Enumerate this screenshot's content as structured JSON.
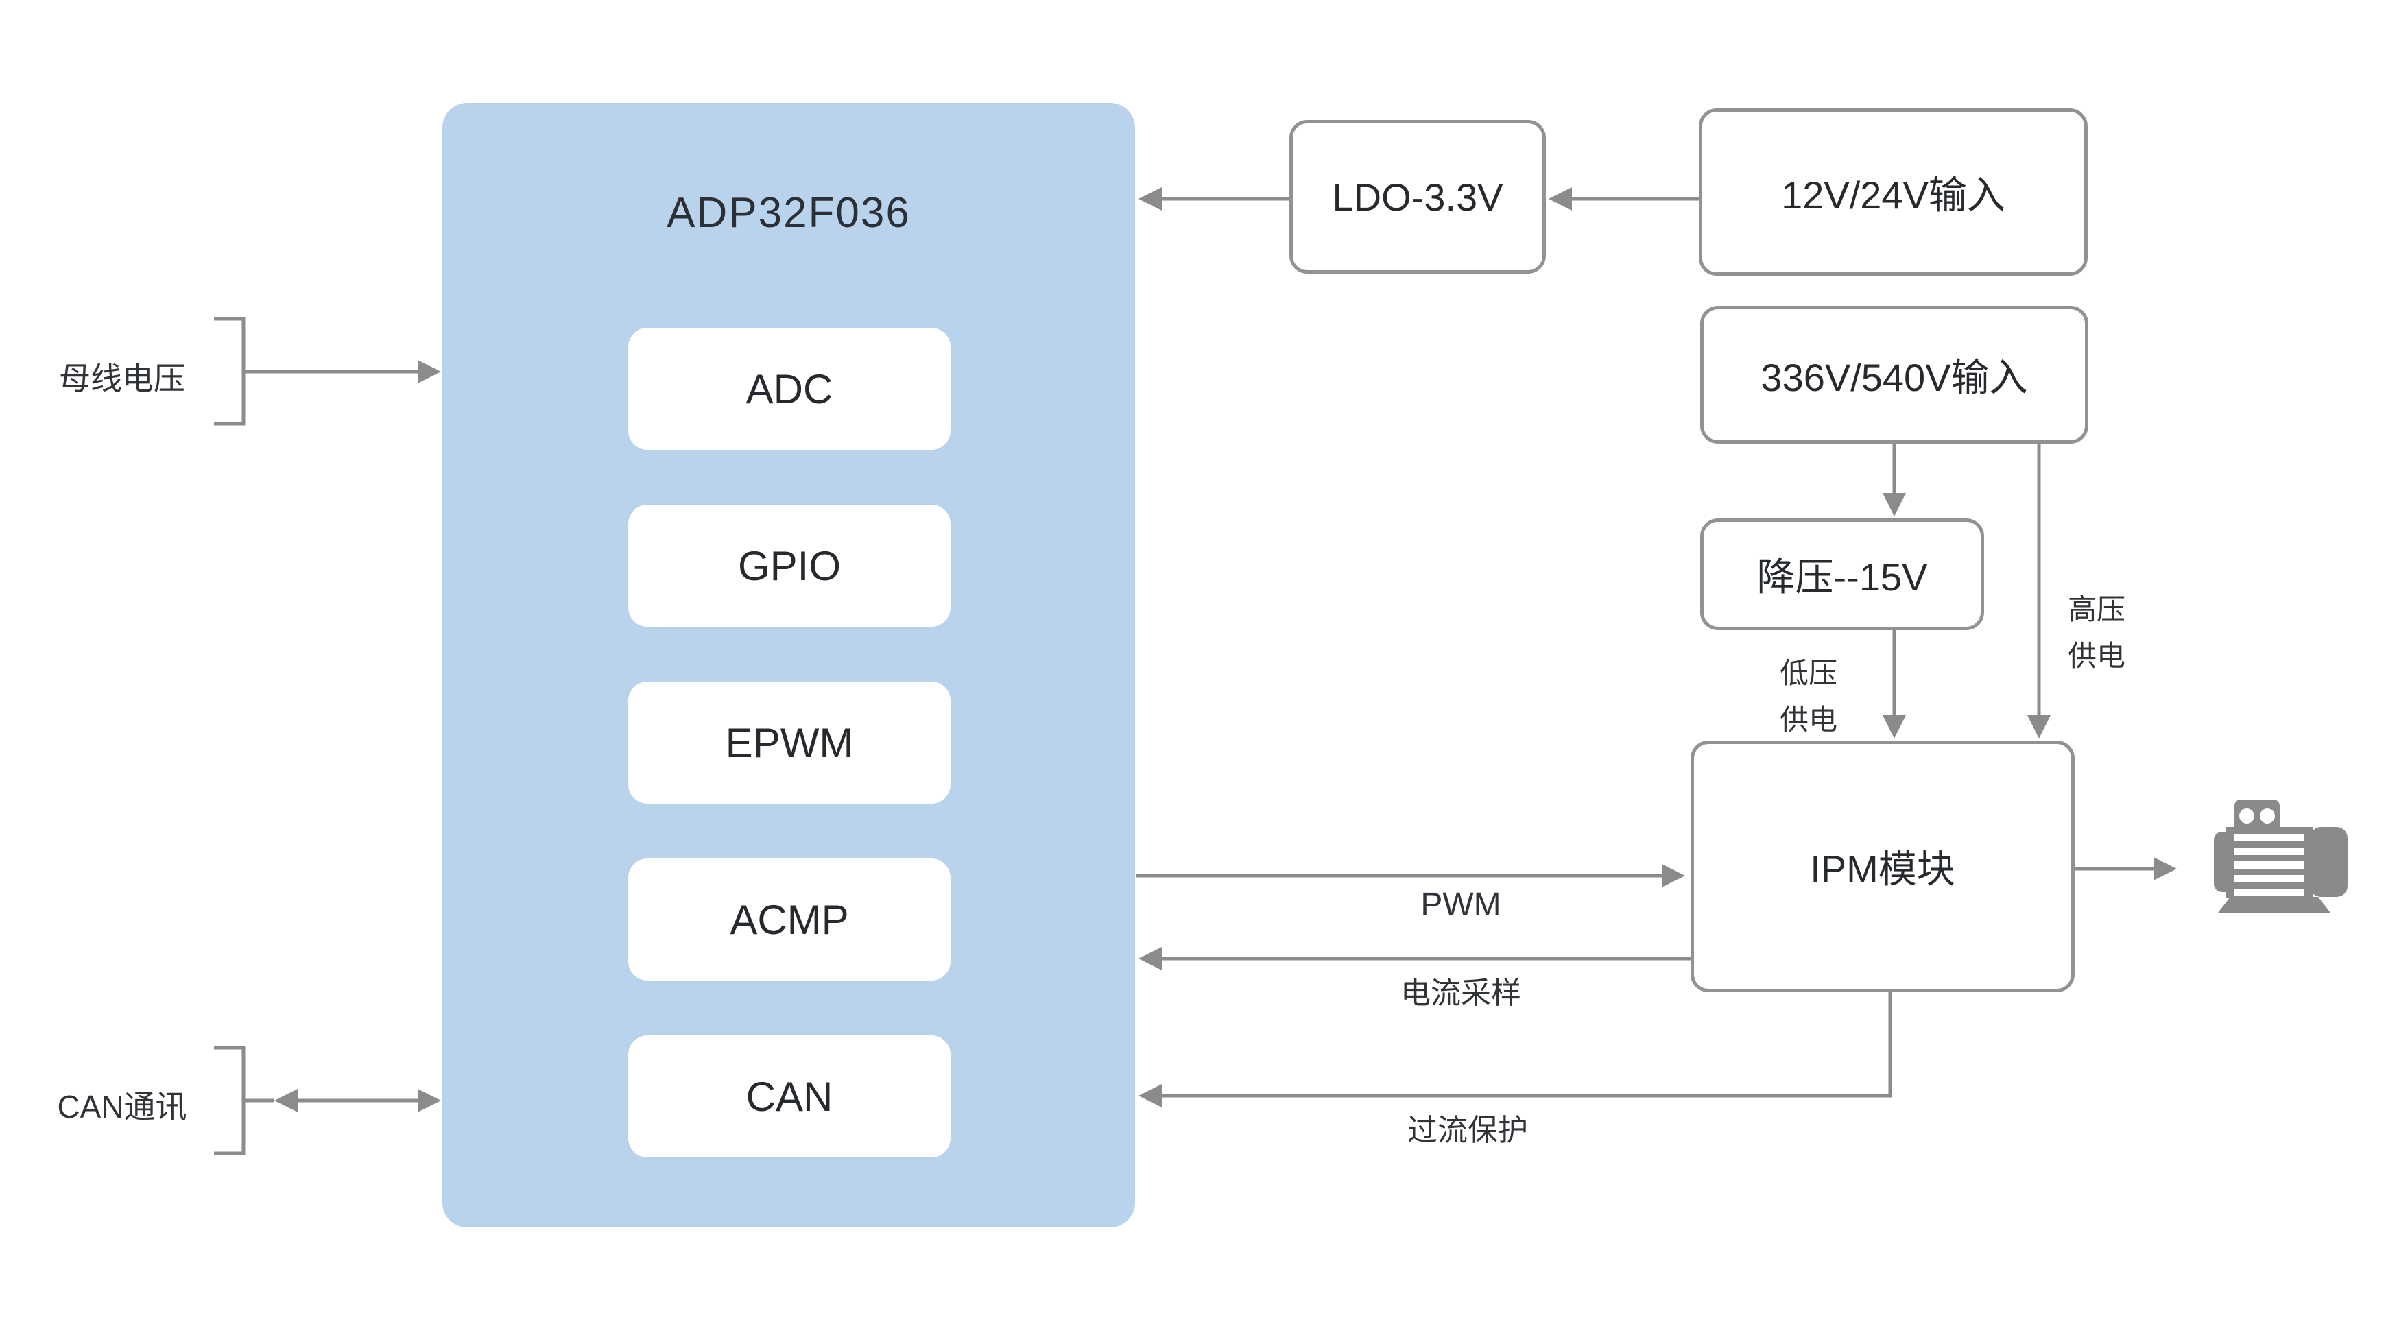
{
  "colors": {
    "mcu_fill": "#bad3ec",
    "module_fill": "#ffffff",
    "module_border": "#929292",
    "connector_line": "#8b8b8b",
    "text": "#26292e",
    "motor_icon": "#8a8a8a"
  },
  "mcu": {
    "title": "ADP32F036",
    "peripherals": [
      "ADC",
      "GPIO",
      "EPWM",
      "ACMP",
      "CAN"
    ]
  },
  "power": {
    "ldo": "LDO-3.3V",
    "input_low_voltage": "12V/24V输入",
    "input_high_voltage": "336V/540V输入",
    "buck": "降压--15V"
  },
  "ipm": {
    "label": "IPM模块"
  },
  "side_labels": {
    "bus_voltage": "母线电压",
    "can_comm": "CAN通讯"
  },
  "flow_labels": {
    "pwm": "PWM",
    "current_sampling": "电流采样",
    "overcurrent_protection": "过流保护"
  },
  "supply_labels": {
    "low": [
      "低压",
      "供电"
    ],
    "high": [
      "高压",
      "供电"
    ]
  },
  "icons": {
    "motor": "motor-icon"
  }
}
